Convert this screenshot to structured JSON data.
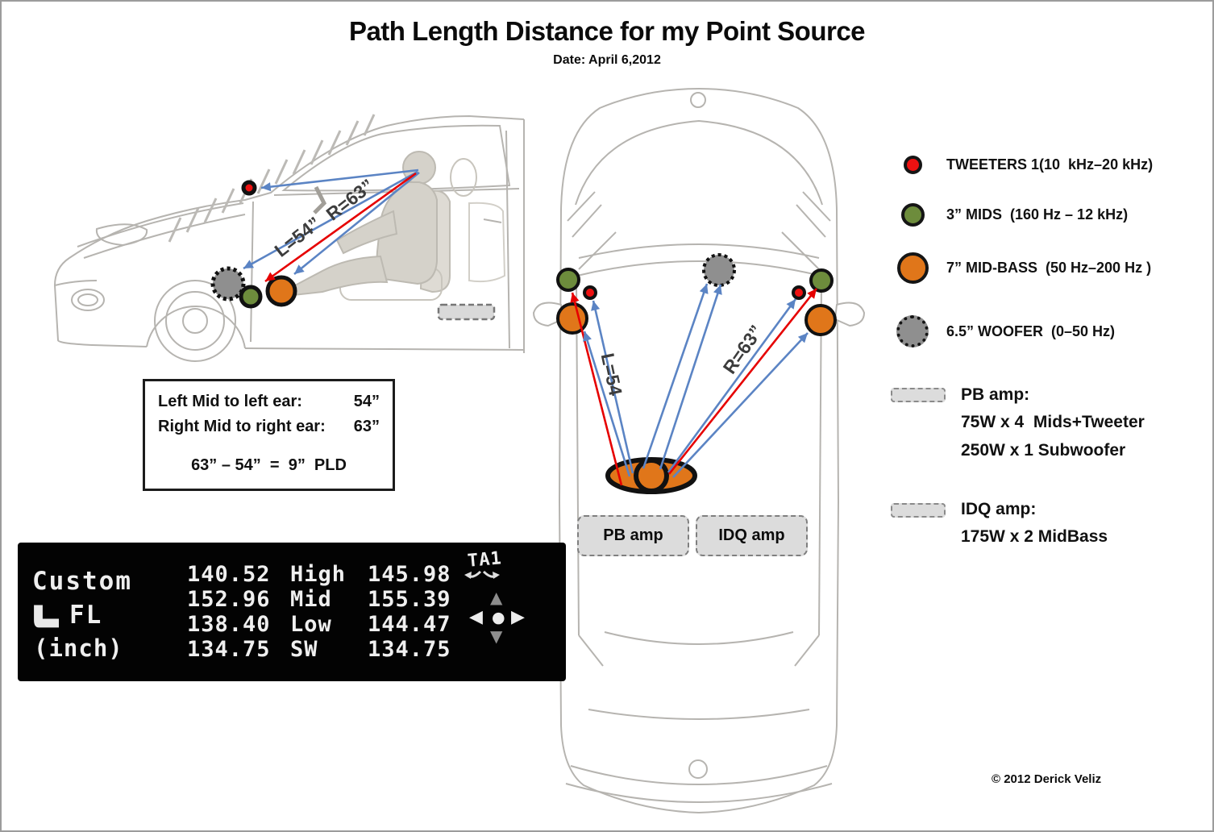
{
  "title": "Path Length Distance for my Point Source",
  "date_line": "Date: April 6,2012",
  "colors": {
    "tweeter": "#ee1111",
    "mid": "#6d8c3c",
    "midbass": "#e0761a",
    "woofer": "#8f8f8f",
    "arrow_blue": "#5b84c4",
    "arrow_red": "#e60000",
    "display_bg": "#030303",
    "display_fg": "#efefef"
  },
  "legend": {
    "items": [
      {
        "icon": "tweeter-dot",
        "label": "TWEETERS 1(10  kHz–20 kHz)"
      },
      {
        "icon": "mid-dot",
        "label": "3” MIDS  (160 Hz – 12 kHz)"
      },
      {
        "icon": "midbass-dot",
        "label": "7” MID-BASS  (50 Hz–200 Hz )"
      },
      {
        "icon": "woofer-dot",
        "label": "6.5” WOOFER  (0–50 Hz)"
      }
    ]
  },
  "amps": {
    "pb": {
      "title": "PB amp:",
      "line1_pre": "75W x 4  ",
      "line1_bold": "Mids",
      "line1_post": "+Tweeter",
      "line2": "250W x 1 Subwoofer"
    },
    "idq": {
      "title": "IDQ amp:",
      "line1": "175W x 2 MidBass"
    }
  },
  "pld": {
    "l1_label": "Left Mid to left ear:",
    "l1_value": "54”",
    "l2_label": "Right Mid to right ear:",
    "l2_value": "63”",
    "formula": "63” – 54”  =  9”  PLD"
  },
  "labels": {
    "side_left": "L=54”",
    "side_right": "R=63”",
    "top_left": "L=54",
    "top_right": "R=63”"
  },
  "amp_boxes": {
    "pb": "PB amp",
    "idq": "IDQ amp"
  },
  "display": {
    "mode": "Custom",
    "channel": "FL",
    "unit": "(inch)",
    "ta": "TA1",
    "rows": [
      {
        "d1": "140.52",
        "band": "High",
        "d2": "145.98"
      },
      {
        "d1": "152.96",
        "band": "Mid",
        "d2": "155.39"
      },
      {
        "d1": "138.40",
        "band": "Low",
        "d2": "144.47"
      },
      {
        "d1": "134.75",
        "band": "SW",
        "d2": "134.75"
      }
    ]
  },
  "copyright": "© 2012 Derick Veliz"
}
